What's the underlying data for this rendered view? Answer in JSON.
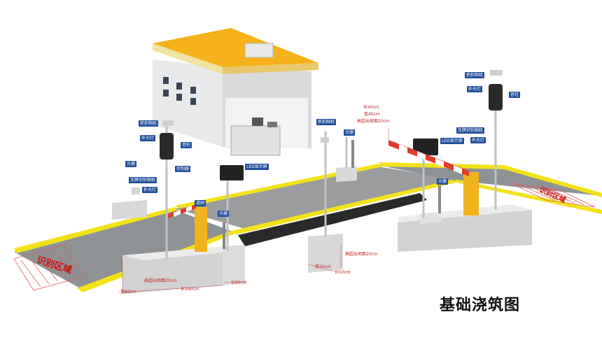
{
  "caption": "基础浇筑图",
  "zones": {
    "left": "识别区域",
    "right": "识别区域"
  },
  "left_entry": {
    "camera": "抓拍相机",
    "fill_light": "补光灯",
    "speaker": "音柱",
    "light_barrier": "光栅",
    "plate_camera": "车牌识别相机",
    "supplement_light": "补光灯",
    "controller": "控制器",
    "led_screen": "LED显示屏",
    "gate": "道闸",
    "grating": "光栅"
  },
  "right_entry": {
    "camera": "抓拍相机",
    "fill_light": "补光灯",
    "speaker": "音柱",
    "plate_camera": "车牌识别相机",
    "supplement_light": "补光灯",
    "led_screen": "LED显示屏",
    "grating": "光栅",
    "light_barrier": "光栅",
    "mid_camera": "抓拍相机"
  },
  "dimensions": {
    "pier_length": "长40cm",
    "pier_width": "宽40cm",
    "pier_height": "高超出地面20cm",
    "base_height": "高超出地面20cm",
    "base_length": "长140cm",
    "base_width": "宽60cm",
    "small_length": "长60cm",
    "mid_height": "高超出地面20cm",
    "mid_width": "宽50cm",
    "mid_length": "长50cm"
  }
}
